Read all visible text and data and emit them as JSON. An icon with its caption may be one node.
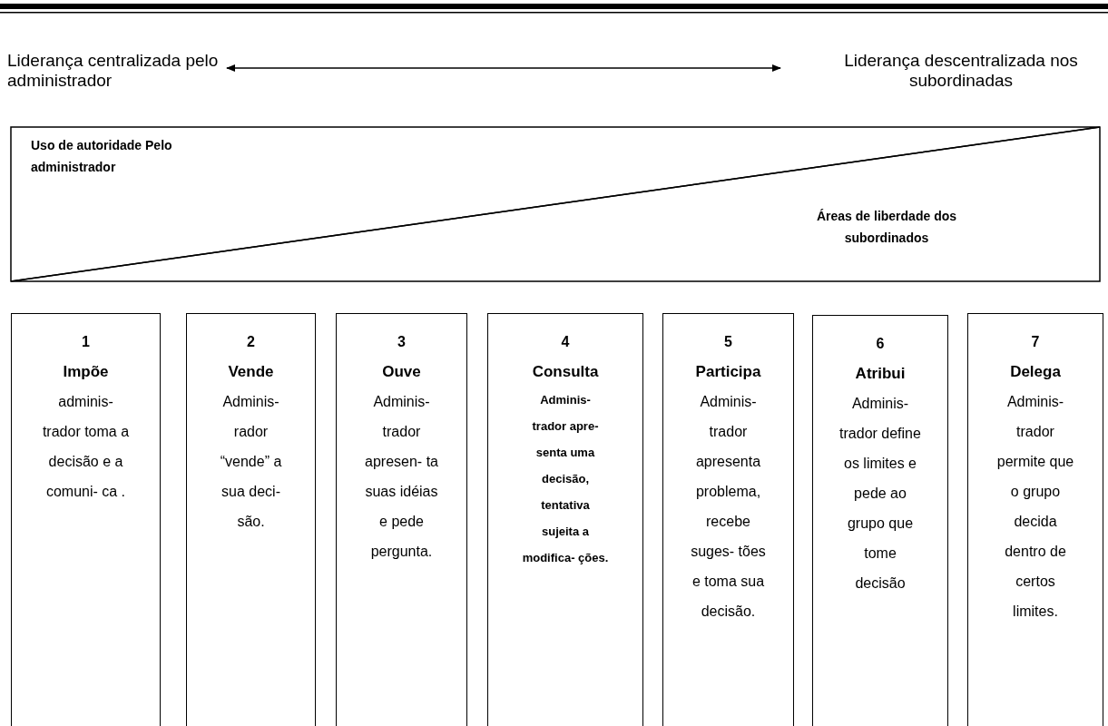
{
  "diagram": {
    "nodes": [
      {
        "text": [
          "Liderança centralizada pelo administrador"
        ]
      },
      {
        "text": [
          "Liderança descentralizada nos subordinadas"
        ]
      },
      {
        "text": [
          "Uso de autoridade Pelo administrador"
        ]
      },
      {
        "text": [
          "Áreas de liberdade dos subordinados"
        ]
      },
      {
        "text": [
          "1",
          "Impõe",
          "adminis- trador toma a decisão e a comuni- ca ."
        ]
      },
      {
        "text": [
          "2",
          "Vende",
          "Adminis- rador “vende” a sua deci- são."
        ]
      },
      {
        "text": [
          "3",
          "Ouve",
          "Adminis- trador apresen- ta suas idéias e pede pergunta."
        ]
      },
      {
        "text": [
          "4",
          "Consulta",
          "Adminis- trador apre- senta uma decisão, tentativa sujeita a modifica- ções."
        ]
      },
      {
        "text": [
          "5",
          "Participa",
          "Adminis- trador apresenta problema, recebe suges- tões e toma sua decisão."
        ]
      },
      {
        "text": [
          "6",
          "Atribui",
          "Adminis- trador define os limites e pede ao grupo que tome decisão"
        ]
      },
      {
        "text": [
          "7",
          "Delega",
          "Adminis- trador permite que o grupo decida dentro de certos limites."
        ]
      }
    ],
    "edges": [
      {
        "from": 0,
        "to": 1,
        "arrow": "both"
      }
    ]
  }
}
